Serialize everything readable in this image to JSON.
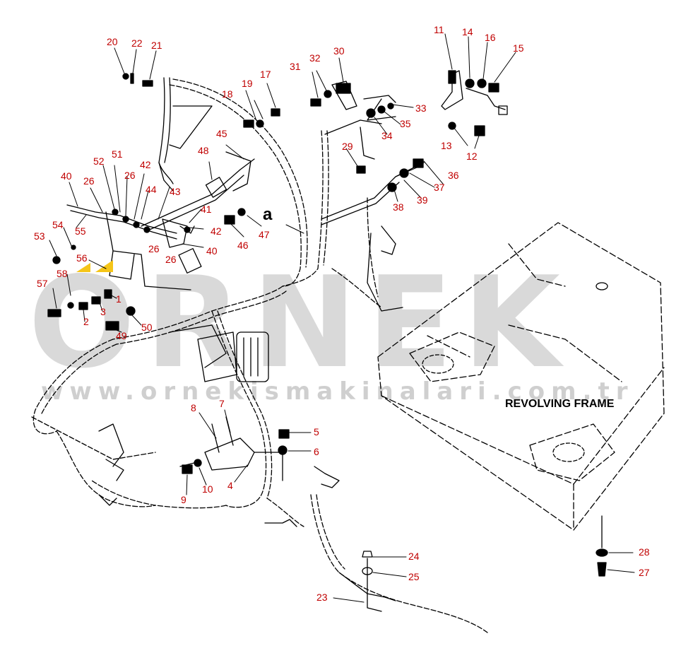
{
  "watermark": {
    "brand": "ORNEK",
    "url": "www.ornekismakinalari.com.tr"
  },
  "frame_label": "REVOLVING FRAME",
  "view_label": "a",
  "colors": {
    "callout": "#c00000",
    "line": "#000000",
    "watermark": "#d9d9d9",
    "logo_accent": "#f5c518"
  },
  "callouts": [
    "1",
    "2",
    "3",
    "4",
    "5",
    "6",
    "7",
    "8",
    "9",
    "10",
    "11",
    "12",
    "13",
    "14",
    "15",
    "16",
    "17",
    "18",
    "19",
    "20",
    "21",
    "22",
    "23",
    "24",
    "25",
    "26",
    "26",
    "26",
    "26",
    "27",
    "28",
    "29",
    "30",
    "31",
    "32",
    "33",
    "34",
    "35",
    "36",
    "37",
    "38",
    "39",
    "40",
    "40",
    "41",
    "42",
    "42",
    "43",
    "44",
    "45",
    "46",
    "47",
    "48",
    "49",
    "50",
    "51",
    "52",
    "53",
    "54",
    "55",
    "56",
    "57",
    "58"
  ]
}
